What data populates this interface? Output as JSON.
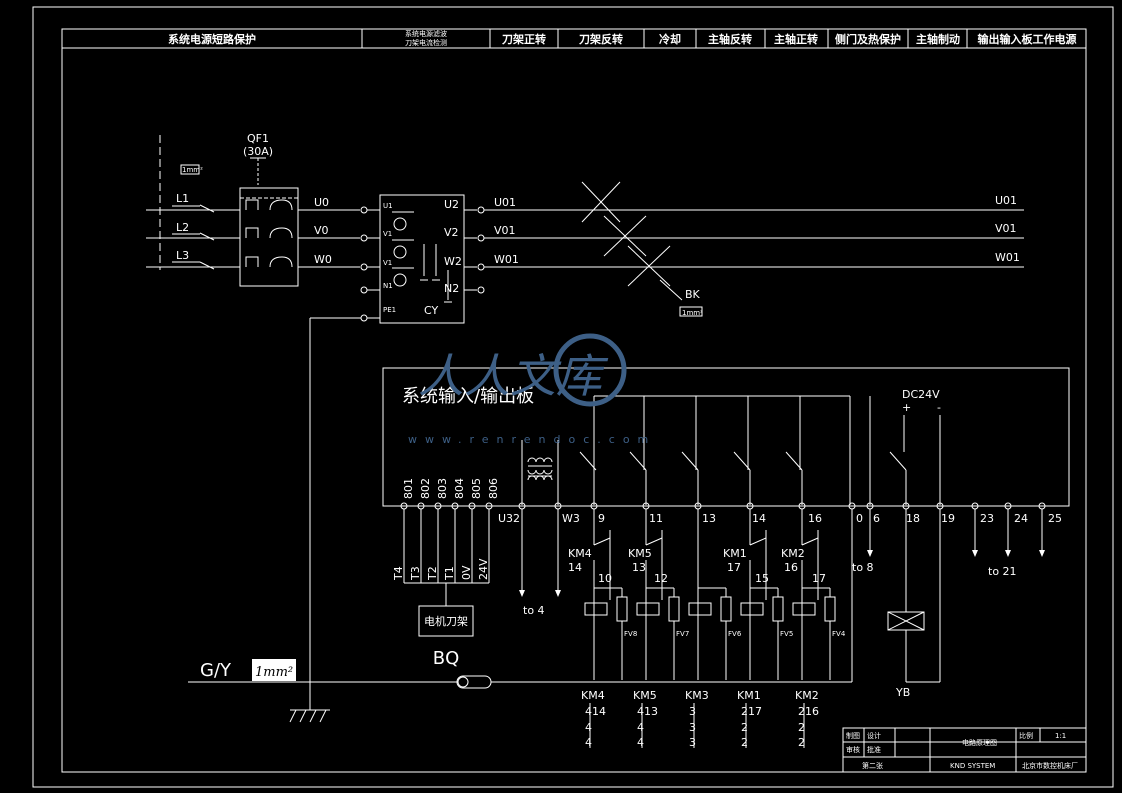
{
  "header": {
    "cells": [
      "系统电源短路保护",
      "系统电源滤波",
      "刀架电流检测",
      "刀架正转",
      "刀架反转",
      "冷却",
      "主轴反转",
      "主轴正转",
      "侧门及热保护",
      "主轴制动",
      "输出输入板工作电源"
    ]
  },
  "breaker": {
    "name": "QF1",
    "rating": "(30A)",
    "wire_note": "1mm²"
  },
  "phases": [
    "L1",
    "L2",
    "L3"
  ],
  "filter": {
    "inputs": [
      "U0",
      "V0",
      "W0"
    ],
    "in_pins": [
      "U1",
      "V1",
      "V1",
      "N1",
      "PE1"
    ],
    "out_pins": [
      "U2",
      "V2",
      "W2",
      "N2"
    ],
    "cap": "CY"
  },
  "outputs": [
    "U01",
    "V01",
    "W01"
  ],
  "outputs_right": [
    "U01",
    "V01",
    "W01"
  ],
  "bk": {
    "name": "BK",
    "wire_note": "1mm²"
  },
  "board": {
    "title": "系统输入/输出板",
    "terminals_left": [
      "801",
      "802",
      "803",
      "804",
      "805",
      "806"
    ],
    "motor_pins": [
      "T4",
      "T3",
      "T2",
      "T1",
      "0V",
      "24V"
    ],
    "terminals": [
      "U32",
      "W3",
      "9",
      "11",
      "13",
      "14",
      "16",
      "0",
      "6",
      "18",
      "19",
      "23",
      "24",
      "25"
    ],
    "dc": "DC24V",
    "plus": "+",
    "minus": "-",
    "to4": "to 4",
    "to8": "to 8",
    "to21": "to 21"
  },
  "motor_box": "电机刀架",
  "bq": "BQ",
  "gy": {
    "label": "G/Y",
    "wire": "1mm²"
  },
  "interlocks": [
    {
      "km": "KM4",
      "pin": "14",
      "node": "10",
      "fv": "FV8"
    },
    {
      "km": "KM5",
      "pin": "13",
      "node": "12",
      "fv": "FV7"
    },
    {
      "km": "",
      "pin": "",
      "node": "",
      "fv": "FV6"
    },
    {
      "km": "KM1",
      "pin": "17",
      "node": "15",
      "fv": "FV5"
    },
    {
      "km": "KM2",
      "pin": "16",
      "node": "17",
      "fv": "FV4"
    }
  ],
  "coils": [
    {
      "name": "KM4",
      "r1": "414",
      "r2": "4",
      "r3": "4"
    },
    {
      "name": "KM5",
      "r1": "413",
      "r2": "4",
      "r3": "4"
    },
    {
      "name": "KM3",
      "r1": "3",
      "r2": "3",
      "r3": "3"
    },
    {
      "name": "KM1",
      "r1": "217",
      "r2": "2",
      "r3": "2"
    },
    {
      "name": "KM2",
      "r1": "216",
      "r2": "2",
      "r3": "2"
    }
  ],
  "yb": "YB",
  "watermark": {
    "text": "人人文库",
    "url": "www.renrendoc.com"
  },
  "title_block": {
    "c1": "制图",
    "c2": "审核",
    "c3": "电路原理图",
    "c4": "比例",
    "c5": "1:1",
    "c6": "设计",
    "c7": "批准",
    "c8": "北京市数控机床厂",
    "c9": "第二张",
    "c10": "KND SYSTEM"
  },
  "colors": {
    "line": "#ffffff",
    "background": "#000000",
    "watermark": "#3d5f86"
  }
}
